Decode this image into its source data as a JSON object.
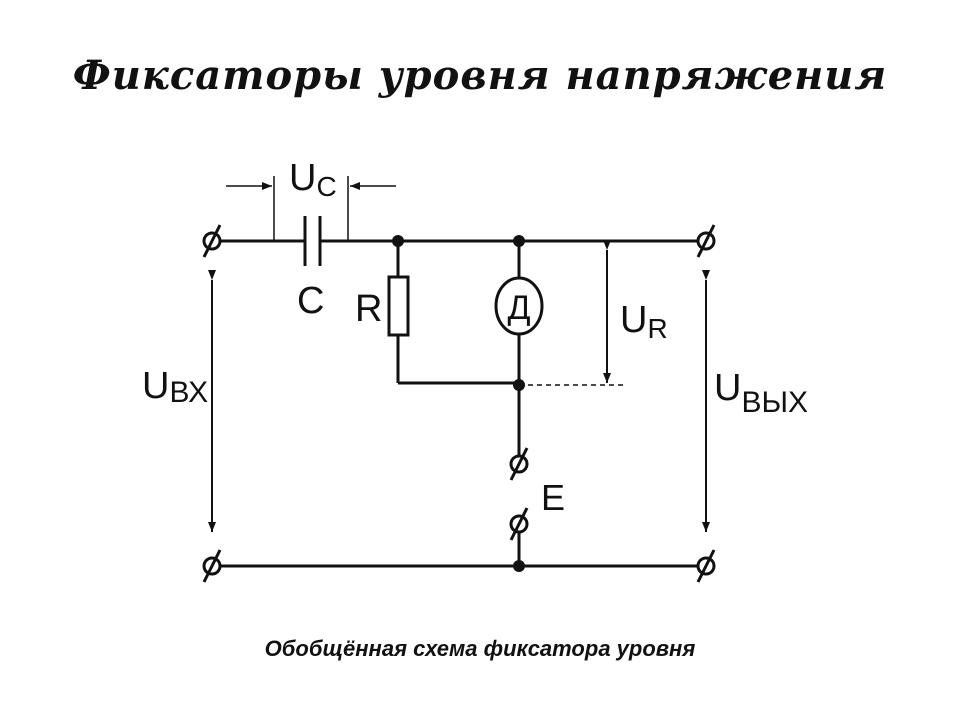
{
  "title": "Фиксаторы уровня напряжения",
  "caption": "Обобщённая схема фиксатора уровня",
  "labels": {
    "uc_main": "U",
    "uc_sub": "C",
    "capacitor": "C",
    "resistor": "R",
    "diode": "Д",
    "ur_main": "U",
    "ur_sub": "R",
    "uin_main": "U",
    "uin_sub": "ВХ",
    "uout_main": "U",
    "uout_sub": "ВЫХ",
    "source": "E"
  },
  "colors": {
    "stroke": "#111111",
    "background": "#ffffff"
  }
}
